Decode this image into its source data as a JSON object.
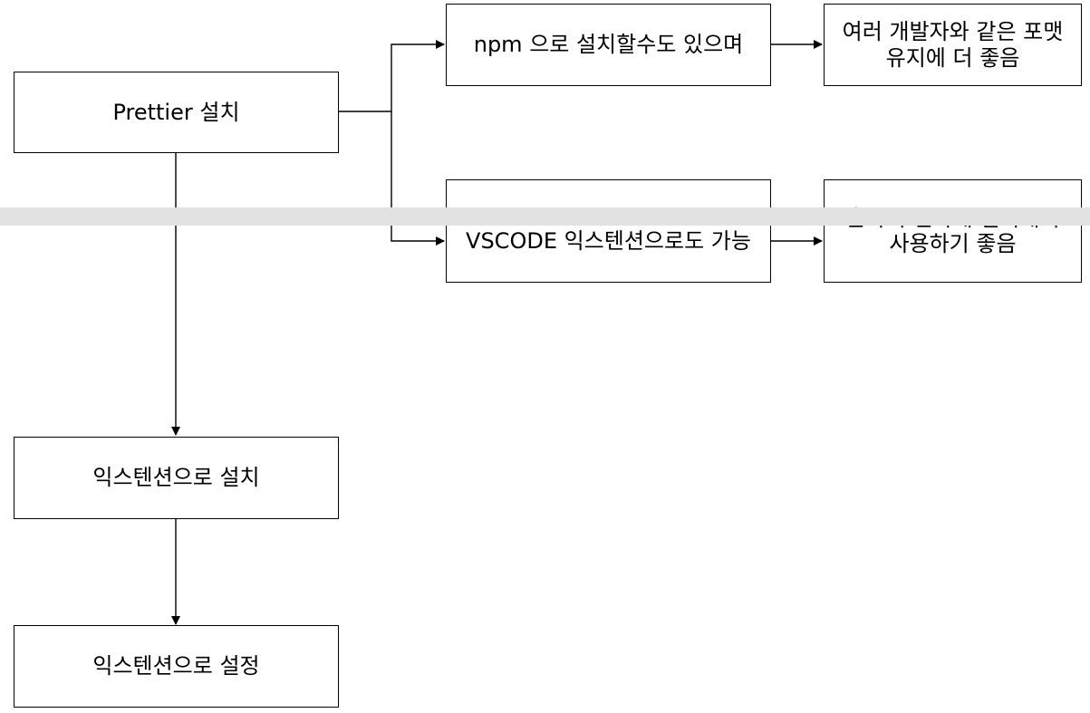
{
  "diagram": {
    "nodes": {
      "prettier_install": "Prettier 설치",
      "npm_install": "npm 으로 설치할수도 있으며",
      "team_format": "여러 개발자와 같은 포맷\n유지에 더 좋음",
      "vscode_extension": "VSCODE 익스텐션으로도 가능",
      "solo_use": "혼자서 편하게 설치해서\n사용하기 좋음",
      "extension_install": "익스텐션으로 설치",
      "extension_settings": "익스텐션으로 설정"
    },
    "edges": [
      {
        "from": "prettier_install",
        "to": "npm_install"
      },
      {
        "from": "prettier_install",
        "to": "vscode_extension"
      },
      {
        "from": "npm_install",
        "to": "team_format"
      },
      {
        "from": "vscode_extension",
        "to": "solo_use"
      },
      {
        "from": "prettier_install",
        "to": "extension_install"
      },
      {
        "from": "extension_install",
        "to": "extension_settings"
      }
    ]
  },
  "colors": {
    "stroke": "#000000",
    "fill": "#ffffff",
    "scrollbar": "#e2e2e2"
  }
}
